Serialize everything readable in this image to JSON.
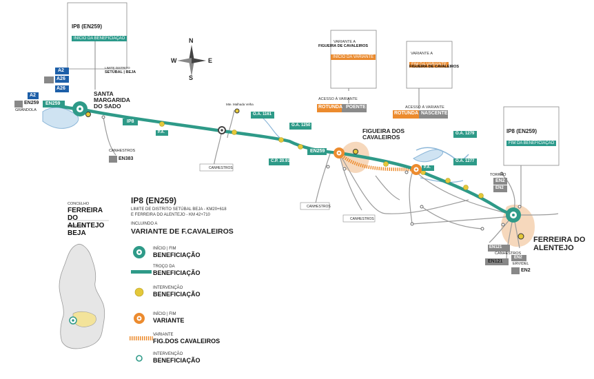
{
  "colors": {
    "teal": "#2e9a88",
    "orange": "#ec8b2e",
    "yellow": "#e4c83a",
    "grey": "#8a8a8a",
    "water": "#cfe3f2",
    "blue": "#1d5fa8",
    "tan": "#f2c8a0"
  },
  "callouts": {
    "start": {
      "title": "IP8 (EN259)",
      "tag": "INÍCIO DA BENEFICIAÇÃO"
    },
    "end": {
      "title": "IP8 (EN259)",
      "tag": "FIM DA BENEFICIAÇÃO"
    },
    "variant_start": {
      "title1": "VARIANTE A",
      "title2": "FIGUEIRA DE CAVALEIROS",
      "tag": "INÍCIO DA VARIANTE"
    },
    "variant_end": {
      "title1": "VARIANTE A",
      "tag": "FIM DA VARIANTE",
      "title2": "FIGUEIRA DE CAVALEIROS"
    }
  },
  "roundabouts": {
    "poente": {
      "label": "ACESSO À VARIANTE",
      "a": "ROTUNDA",
      "b": "POENTE"
    },
    "nascente": {
      "label": "ACESSO À VARIANTE",
      "a": "ROTUNDA",
      "b": "NASCENTE"
    }
  },
  "places": {
    "santa_margarida": "SANTA MARGARIDA DO SADO",
    "figueira": "FIGUEIRA DOS CAVALEIROS",
    "ferreira": "FERREIRA DO ALENTEJO",
    "grandola": "GRÂNDOLA",
    "canhestros": "CANHESTROS",
    "torrao": "TORRÃO",
    "ervidel": "ERVIDEL",
    "limite": "LIMITE DISTRITO",
    "setubal_beja": "SETÚBAL | BEJA",
    "mte_malhada": "Mte. Malhada Velha"
  },
  "roads": {
    "a2": "A2",
    "a26": "A26",
    "en259": "EN259",
    "ip8": "IP8",
    "en383": "EN383",
    "en2": "EN2",
    "en121": "EN121",
    "pa": "P.A."
  },
  "oa_labels": {
    "oa1": "O.A.",
    "oa1v": "1161",
    "oa2": "O.A.",
    "oa2v": "1250",
    "cp": "C.P.",
    "cpv": "20.91",
    "oa3": "O.A.",
    "oa3v": "1279",
    "oa4": "O.A.",
    "oa4v": "1277"
  },
  "compass": {
    "n": "N",
    "s": "S",
    "e": "E",
    "w": "W"
  },
  "sidebar": {
    "concelho_label": "CONCELHO",
    "concelho": "FERREIRA DO ALENTEJO",
    "distrito_label": "DISTRITO",
    "distrito": "BEJA"
  },
  "legend": {
    "title": "IP8 (EN259)",
    "desc1": "LIMITE DE DISTRITO SETÚBAL BEJA - KM20+618",
    "desc2": "E FERREIRA DO ALENTEJO - KM 42+710",
    "including": "INCLUINDO A",
    "variant": "VARIANTE DE F.CAVALEIROS",
    "items": [
      {
        "sub": "INÍCIO | FIM",
        "label": "BENEFICIAÇÃO"
      },
      {
        "sub": "TROÇO DA",
        "label": "BENEFICIAÇÃO"
      },
      {
        "sub": "INTERVENÇÃO",
        "label": "BENEFICIAÇÃO"
      },
      {
        "sub": "INÍCIO | FIM",
        "label": "VARIANTE"
      },
      {
        "sub": "VARIANTE",
        "label": "FIG.DOS CAVALEIROS"
      },
      {
        "sub": "INTERVENÇÃO",
        "label": "BENEFICIAÇÃO"
      }
    ]
  }
}
